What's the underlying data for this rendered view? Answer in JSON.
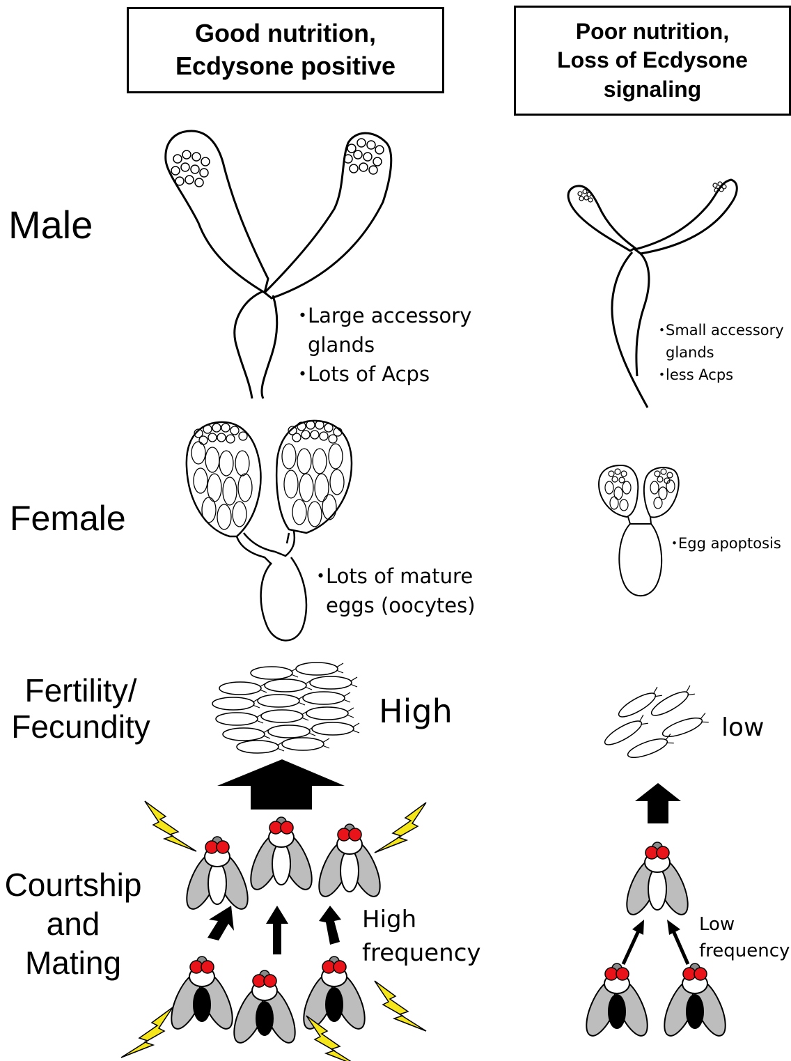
{
  "headers": {
    "good": "Good nutrition,\nEcdysone positive",
    "poor": "Poor nutrition,\nLoss of Ecdysone\nsignaling"
  },
  "row_labels": {
    "male": "Male",
    "female": "Female",
    "fertility": "Fertility/\nFecundity",
    "courtship": "Courtship\nand\nMating"
  },
  "good_notes": {
    "male": [
      "Large accessory",
      "glands",
      "Lots of Acps"
    ],
    "female": [
      "Lots of mature",
      "eggs (oocytes)"
    ],
    "fertility_level": "High",
    "mating_frequency": [
      "High",
      "frequency"
    ]
  },
  "poor_notes": {
    "male": [
      "Small accessory",
      "glands",
      "less Acps"
    ],
    "female": [
      "Egg apoptosis"
    ],
    "fertility_level": "low",
    "mating_frequency": [
      "Low",
      "frequency"
    ]
  },
  "bullet": "・",
  "colors": {
    "fly_eye": "#e8141a",
    "fly_body": "#bdbdbd",
    "fly_wing": "#d9d9d9",
    "lightning": "#f5e61b",
    "ink": "#000000"
  },
  "icons": [
    "accessory-gland-drawing",
    "ovary-drawing",
    "egg-cluster",
    "fly-icon",
    "lightning-icon",
    "up-arrow-icon"
  ]
}
